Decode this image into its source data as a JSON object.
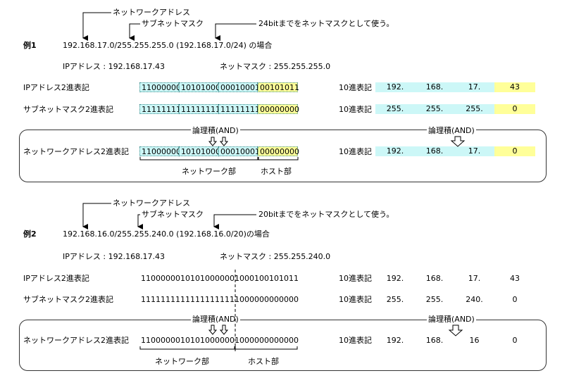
{
  "labels": {
    "network_address": "ネットワークアドレス",
    "subnet_mask": "サブネットマスク",
    "ip_address_binary": "IPアドレス2進表記",
    "subnet_mask_binary": "サブネットマスク2進表記",
    "network_address_binary": "ネットワークアドレス2進表記",
    "decimal": "10進表記",
    "logical_and": "論理積(AND)",
    "network_part": "ネットワーク部",
    "host_part": "ホスト部"
  },
  "example1": {
    "title": "例1",
    "notation": "192.168.17.0/255.255.255.0 (192.168.17.0/24) の場合",
    "note": "24bitまでをネットマスクとして使う。",
    "ip_line": "IPアドレス : 192.168.17.43",
    "mask_line": "ネットマスク : 255.255.255.0",
    "ip_bin": [
      "11000000",
      "10101000",
      "00010001",
      "00101011"
    ],
    "mask_bin": [
      "11111111",
      "11111111",
      "11111111",
      "00000000"
    ],
    "net_bin": [
      "11000000",
      "10101000",
      "00010001",
      "00000000"
    ],
    "ip_dec": [
      "192.",
      "168.",
      "17.",
      "43"
    ],
    "mask_dec": [
      "255.",
      "255.",
      "255.",
      "0"
    ],
    "net_dec": [
      "192.",
      "168.",
      "17.",
      "0"
    ]
  },
  "example2": {
    "title": "例2",
    "notation": "192.168.16.0/255.255.240.0 (192.168.16.0/20)の場合",
    "note": "20bitまでをネットマスクとして使う。",
    "ip_line": "IPアドレス : 192.168.17.43",
    "mask_line": "ネットマスク : 255.255.240.0",
    "ip_bin": [
      "11000000",
      "10101000",
      "00010001",
      "00101011"
    ],
    "mask_bin": [
      "11111111",
      "11111111",
      "11110000",
      "00000000"
    ],
    "net_bin": [
      "11000000",
      "10101000",
      "00010000",
      "00000000"
    ],
    "ip_dec": [
      "192.",
      "168.",
      "17.",
      "43"
    ],
    "mask_dec": [
      "255.",
      "255.",
      "240.",
      "0"
    ],
    "net_dec": [
      "192.",
      "168.",
      "16",
      "0"
    ]
  },
  "colors": {
    "network": "#ccf7f7",
    "host": "#ffff99",
    "border": "#3a8a8a"
  }
}
